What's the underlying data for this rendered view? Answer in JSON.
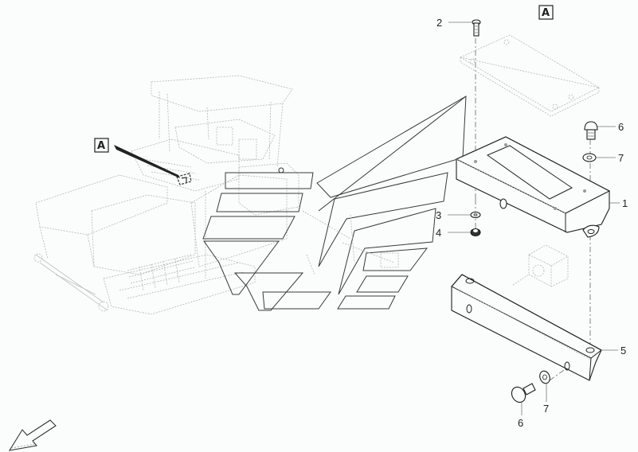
{
  "diagram": {
    "type": "exploded-parts-view",
    "subject": "asphalt paver with mounting bracket detail A",
    "detail_reference": "A",
    "machine_callout": "A",
    "parts": [
      {
        "number": "1",
        "description": "mounting box / bracket housing"
      },
      {
        "number": "2",
        "description": "countersunk screw"
      },
      {
        "number": "3",
        "description": "washer"
      },
      {
        "number": "4",
        "description": "nut"
      },
      {
        "number": "5",
        "description": "angle support bracket"
      },
      {
        "number": "6",
        "description": "carriage bolt"
      },
      {
        "number": "7",
        "description": "washer"
      }
    ],
    "callouts": {
      "c2": "2",
      "c6_top": "6",
      "c7_top": "7",
      "c1": "1",
      "c3": "3",
      "c4": "4",
      "c5": "5",
      "c6_bottom": "6",
      "c7_bottom": "7"
    },
    "direction_indicator": "front-direction-arrow"
  }
}
